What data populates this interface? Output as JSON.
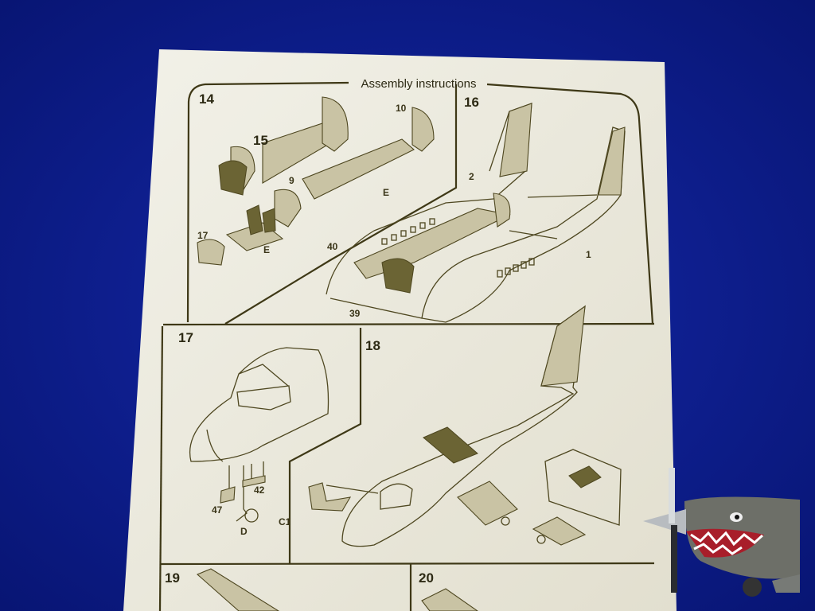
{
  "sheet": {
    "title": "Assembly instructions",
    "steps": {
      "s14": "14",
      "s15": "15",
      "s16": "16",
      "s17": "17",
      "s18": "18",
      "s19": "19",
      "s20": "20"
    },
    "parts": {
      "p10": "10",
      "p9": "9",
      "pE1": "E",
      "p2": "2",
      "p17": "17",
      "pE2": "E",
      "p40": "40",
      "p1": "1",
      "p39": "39",
      "p42": "42",
      "p47": "47",
      "pD": "D",
      "pC1": "C1"
    }
  },
  "colors": {
    "background": "#0b1a8c",
    "paper": "#ebe9dc",
    "ink": "#4e4720"
  }
}
